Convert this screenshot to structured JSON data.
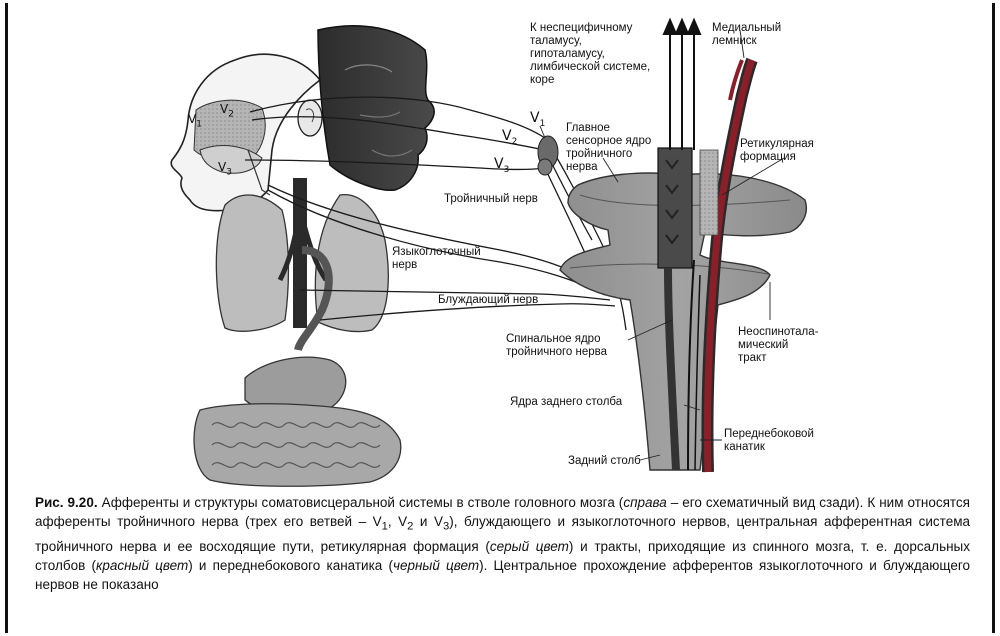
{
  "labels": {
    "nonspecific": "К неспецифичному\nталамусу,\nгипоталамусу,\nлимбической системе,\nкоре",
    "medial_lemniscus": "Медиальный\nлемниск",
    "main_sensory_nucleus": "Главное\nсенсорное ядро\nтройничного\nнерва",
    "reticular_formation": "Ретикулярная\nформация",
    "trigeminal_nerve": "Тройничный нерв",
    "glossopharyngeal_nerve": "Языкоглоточный\nнерв",
    "vagus_nerve": "Блуждающий нерв",
    "spinal_nucleus": "Спинальное ядро\nтройничного нерва",
    "neospinothalamic": "Неоспинотала-\nмический\nтракт",
    "dorsal_column_nuclei": "Ядра заднего столба",
    "anterolateral": "Переднебоковой\nканатик",
    "dorsal_column": "Задний столб",
    "v1": "V1",
    "v2": "V2",
    "v3": "V3",
    "face_v1": "V1",
    "face_v2": "V2",
    "face_v3": "V3"
  },
  "caption": {
    "number": "Рис. 9.20.",
    "p1": " Афференты и структуры соматовисцеральной системы в стволе головного мозга (",
    "i1": "справа",
    "p2": " – его схематичный вид сзади). К ним относятся афференты тройничного нерва (трех его ветвей – V",
    "s1": "1",
    "p3": ", V",
    "s2": "2",
    "p4": " и V",
    "s3": "3",
    "p5": "), блуждающего и языкоглоточного нервов, центральная афферентная система тройничного нерва и ее восходящие пути, ретикулярная формация (",
    "i2": "серый цвет",
    "p6": ") и тракты, приходящие из спинного мозга, т. е. дорсальных столбов (",
    "i3": "красный цвет",
    "p7": ") и переднебокового канатика (",
    "i4": "черный цвет",
    "p8": "). Центральное прохождение афферентов языкоглоточного и блуждающего нервов не показано"
  },
  "colors": {
    "red_tract": "#8a1f2a",
    "grey_tissue": "#9a9a9a",
    "dark_tissue": "#3a3a3a",
    "line": "#1a1a1a"
  }
}
